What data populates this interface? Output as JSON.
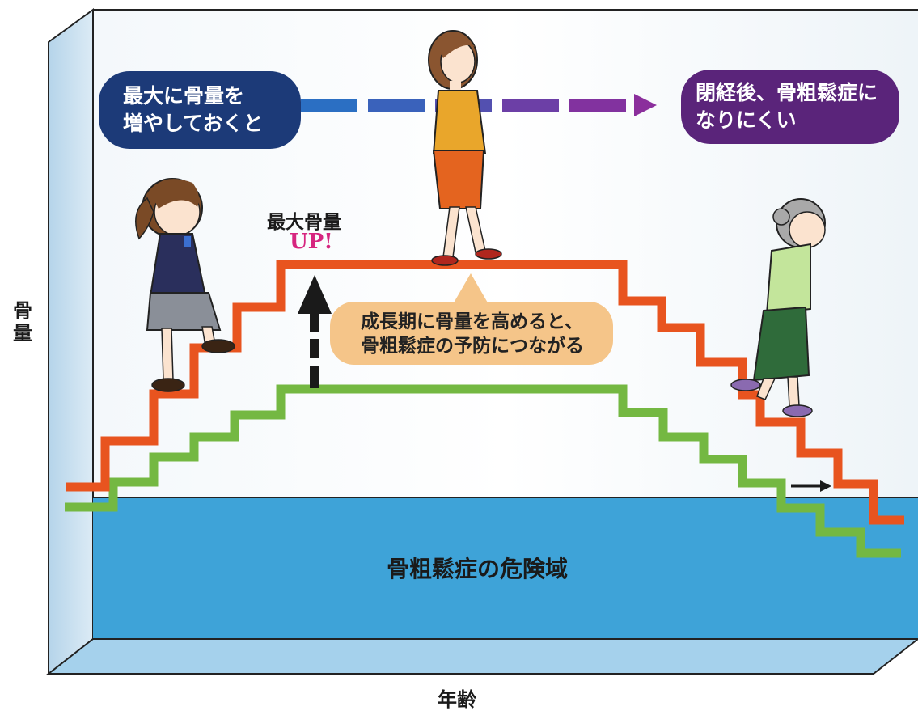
{
  "diagram": {
    "y_axis_label": [
      "骨",
      "量"
    ],
    "x_axis_label": "年齢",
    "left_bubble": [
      "最大に骨量を",
      "増やしておくと"
    ],
    "right_bubble": [
      "閉経後、骨粗鬆症に",
      "なりにくい"
    ],
    "peak_label": "最大骨量",
    "peak_up": "UP!",
    "center_callout": [
      "成長期に骨量を高めると、",
      "骨粗鬆症の予防につながる"
    ],
    "danger_zone_label": "骨粗鬆症の危険域",
    "colors": {
      "orange_line": "#e8541f",
      "green_line": "#74b842",
      "danger_zone": "#3ea3d8",
      "back_wall": "#dde9f2",
      "left_bubble": "#1c3a78",
      "right_bubble": "#5a247a",
      "callout": "#f5c589",
      "up_text": "#d6257f"
    },
    "icons": [
      "girl-figure",
      "woman-figure",
      "elderly-woman-figure",
      "up-arrow-icon",
      "right-arrow-icon"
    ]
  }
}
